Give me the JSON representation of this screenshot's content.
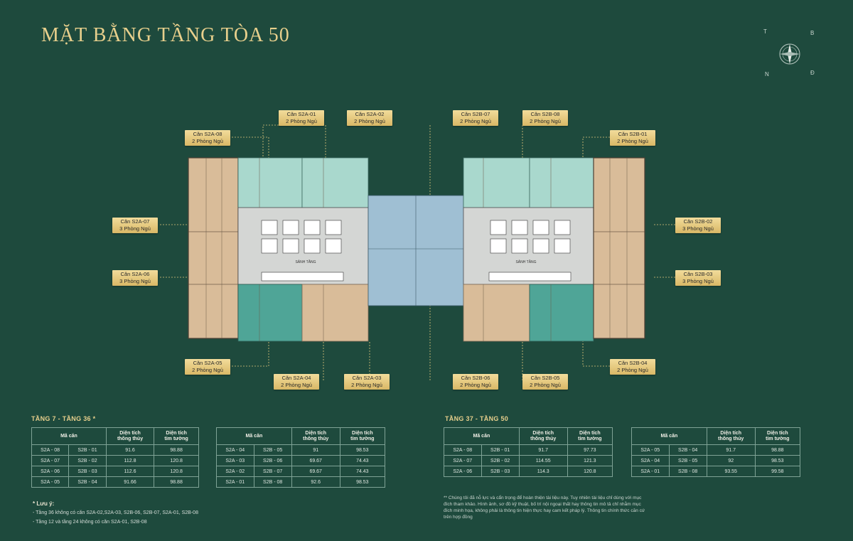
{
  "title": "MẶT BẰNG TẦNG TÒA 50",
  "compass": {
    "t": "T",
    "b": "B",
    "n": "N",
    "d": "Đ"
  },
  "colors": {
    "background": "#1e4a3d",
    "gold": "#e7cf8c",
    "teal_light": "#a9d8cd",
    "teal_dark": "#4fa597",
    "beige": "#d9bc99",
    "blue": "#9fbfd3"
  },
  "units": [
    {
      "code": "Căn S2A-01",
      "rooms": "2 Phòng Ngủ"
    },
    {
      "code": "Căn S2A-02",
      "rooms": "2 Phòng Ngủ"
    },
    {
      "code": "Căn S2B-07",
      "rooms": "2 Phòng Ngủ"
    },
    {
      "code": "Căn S2B-08",
      "rooms": "2 Phòng Ngủ"
    },
    {
      "code": "Căn S2A-08",
      "rooms": "2 Phòng Ngủ"
    },
    {
      "code": "Căn S2B-01",
      "rooms": "2 Phòng Ngủ"
    },
    {
      "code": "Căn S2A-07",
      "rooms": "3 Phòng Ngủ"
    },
    {
      "code": "Căn S2B-02",
      "rooms": "3 Phòng Ngủ"
    },
    {
      "code": "Căn S2A-06",
      "rooms": "3 Phòng Ngủ"
    },
    {
      "code": "Căn S2B-03",
      "rooms": "3 Phòng Ngủ"
    },
    {
      "code": "Căn S2A-05",
      "rooms": "2 Phòng Ngủ"
    },
    {
      "code": "Căn S2B-04",
      "rooms": "2 Phòng Ngủ"
    },
    {
      "code": "Căn S2A-04",
      "rooms": "2 Phòng Ngủ"
    },
    {
      "code": "Căn S2A-03",
      "rooms": "2 Phòng Ngủ"
    },
    {
      "code": "Căn S2B-06",
      "rooms": "2 Phòng Ngủ"
    },
    {
      "code": "Căn S2B-05",
      "rooms": "2 Phòng Ngủ"
    }
  ],
  "plan_text": {
    "lobby_left": "SẢNH TẦNG",
    "lobby_right": "SẢNH TẦNG"
  },
  "section1": {
    "title": "TẦNG 7 - TẦNG 36 *"
  },
  "section2": {
    "title": "TẦNG 37 - TẦNG 50"
  },
  "headers": {
    "code": "Mã căn",
    "area1": "Diện tích",
    "area1b": "thông thủy",
    "area2": "Diện tích",
    "area2b": "tim tường"
  },
  "table1": [
    [
      "S2A - 08",
      "S2B - 01",
      "91.6",
      "98.88"
    ],
    [
      "S2A - 07",
      "S2B - 02",
      "112.8",
      "120.8"
    ],
    [
      "S2A - 06",
      "S2B - 03",
      "112.6",
      "120.8"
    ],
    [
      "S2A - 05",
      "S2B - 04",
      "91.66",
      "98.88"
    ]
  ],
  "table2": [
    [
      "S2A - 04",
      "S2B - 05",
      "91",
      "98.53"
    ],
    [
      "S2A - 03",
      "S2B - 06",
      "69.67",
      "74.43"
    ],
    [
      "S2A - 02",
      "S2B - 07",
      "69.67",
      "74.43"
    ],
    [
      "S2A - 01",
      "S2B - 08",
      "92.6",
      "98.53"
    ]
  ],
  "table3": [
    [
      "S2A - 08",
      "S2B - 01",
      "91.7",
      "97.73"
    ],
    [
      "S2A - 07",
      "S2B - 02",
      "114.55",
      "121.3"
    ],
    [
      "S2A - 06",
      "S2B - 03",
      "114.3",
      "120.8"
    ]
  ],
  "table4": [
    [
      "S2A - 05",
      "S2B - 04",
      "91.7",
      "98.88"
    ],
    [
      "S2A - 04",
      "S2B - 05",
      "92",
      "98.53"
    ],
    [
      "S2A - 01",
      "S2B - 08",
      "93.55",
      "99.58"
    ]
  ],
  "notes": {
    "title": "* Lưu ý:",
    "n1": "- Tầng 36 không có căn S2A-02,S2A-03, S2B-06, S2B-07, S2A-01, S2B-08",
    "n2": "- Tầng 12 và tầng 24 không có căn S2A-01, S2B-08"
  },
  "disclaimer": "** Chúng tôi đã nỗ lực và cẩn trọng để hoàn thiện tài liệu này. Tuy nhiên tài liệu chỉ dùng với mục đích tham khảo. Hình ảnh, sơ đồ kỹ thuật, bố trí nội ngoại thất hay thông tin mô tả chỉ nhằm mục đích minh họa, không phải là thông tin hiện thực hay cam kết pháp lý. Thông tin chính thức căn cứ trên hợp đồng"
}
